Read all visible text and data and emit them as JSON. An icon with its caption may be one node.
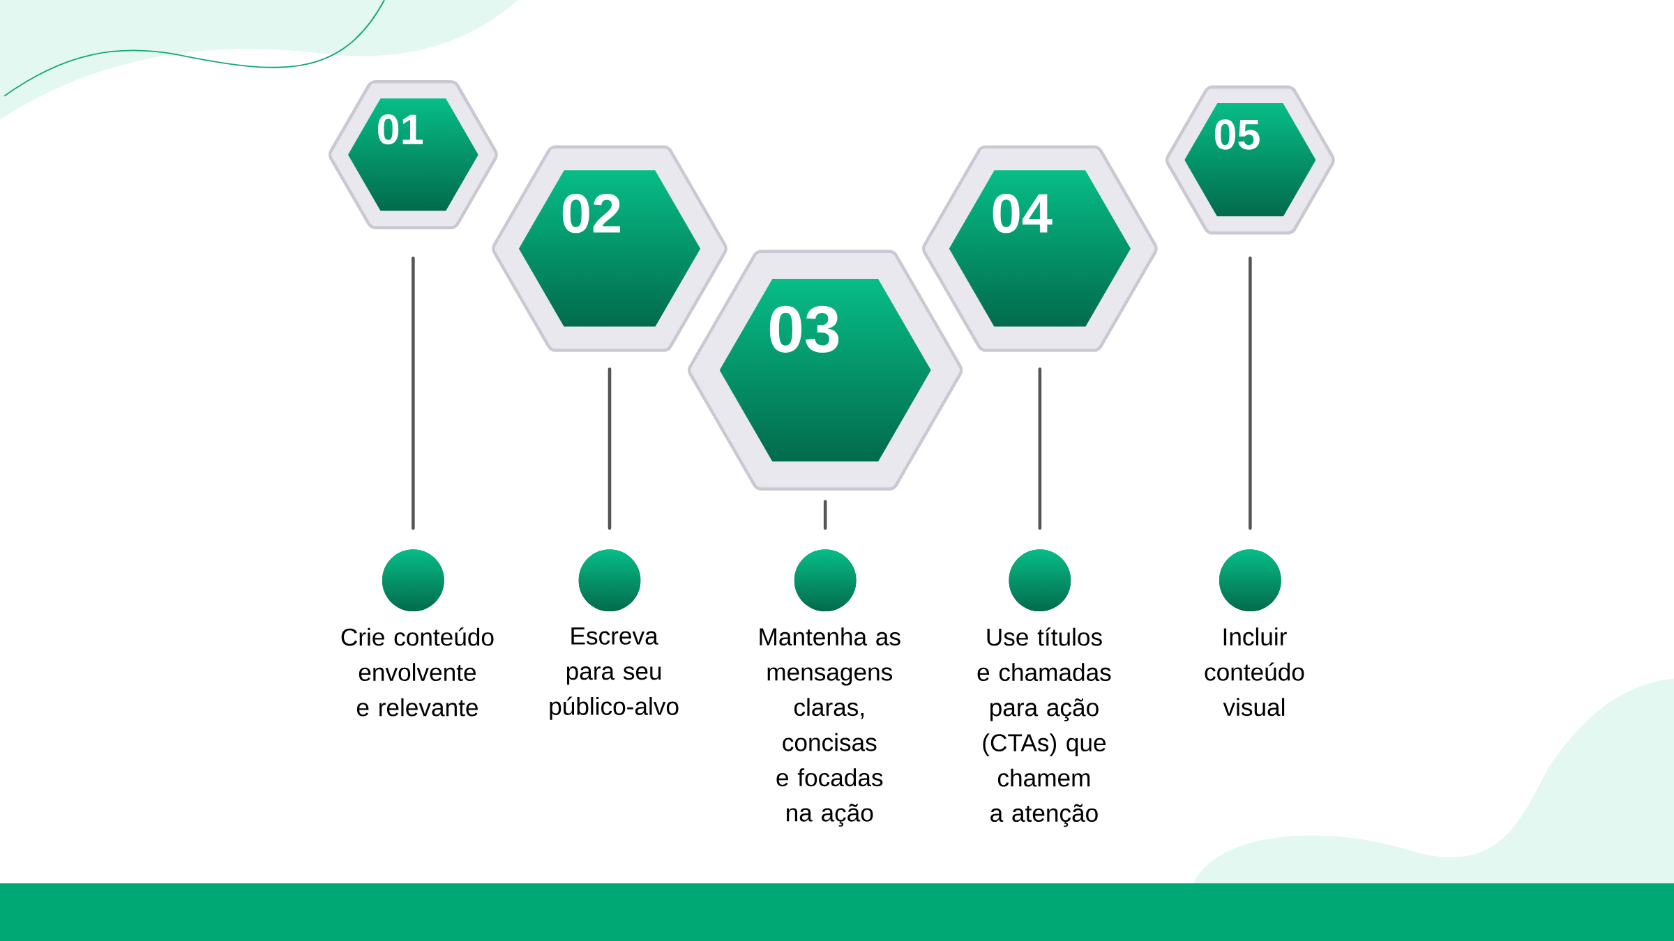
{
  "diagram": {
    "nodes": [
      {
        "text": [
          "01"
        ]
      },
      {
        "text": [
          "02"
        ]
      },
      {
        "text": [
          "03"
        ]
      },
      {
        "text": [
          "04"
        ]
      },
      {
        "text": [
          "05"
        ]
      },
      {
        "text": [],
        "shape": "circle",
        "beside": [
          "Crie conteúdo envolvente e relevante"
        ]
      },
      {
        "text": [],
        "shape": "circle",
        "beside": [
          "Escreva para seu público-alvo"
        ]
      },
      {
        "text": [],
        "shape": "circle",
        "beside": [
          "Mantenha as mensagens claras, concisas e focadas na ação"
        ]
      },
      {
        "text": [],
        "shape": "circle",
        "beside": [
          "Use títulos e chamadas para ação (CTAs) que chamem a atenção"
        ]
      },
      {
        "text": [],
        "shape": "circle",
        "beside": [
          "Incluir conteúdo visual"
        ]
      }
    ],
    "edges": [
      {
        "from": 0,
        "to": 5,
        "arrow": "none"
      },
      {
        "from": 1,
        "to": 6,
        "arrow": "none"
      },
      {
        "from": 2,
        "to": 7,
        "arrow": "none"
      },
      {
        "from": 3,
        "to": 8,
        "arrow": "none"
      },
      {
        "from": 4,
        "to": 9,
        "arrow": "none"
      }
    ]
  }
}
